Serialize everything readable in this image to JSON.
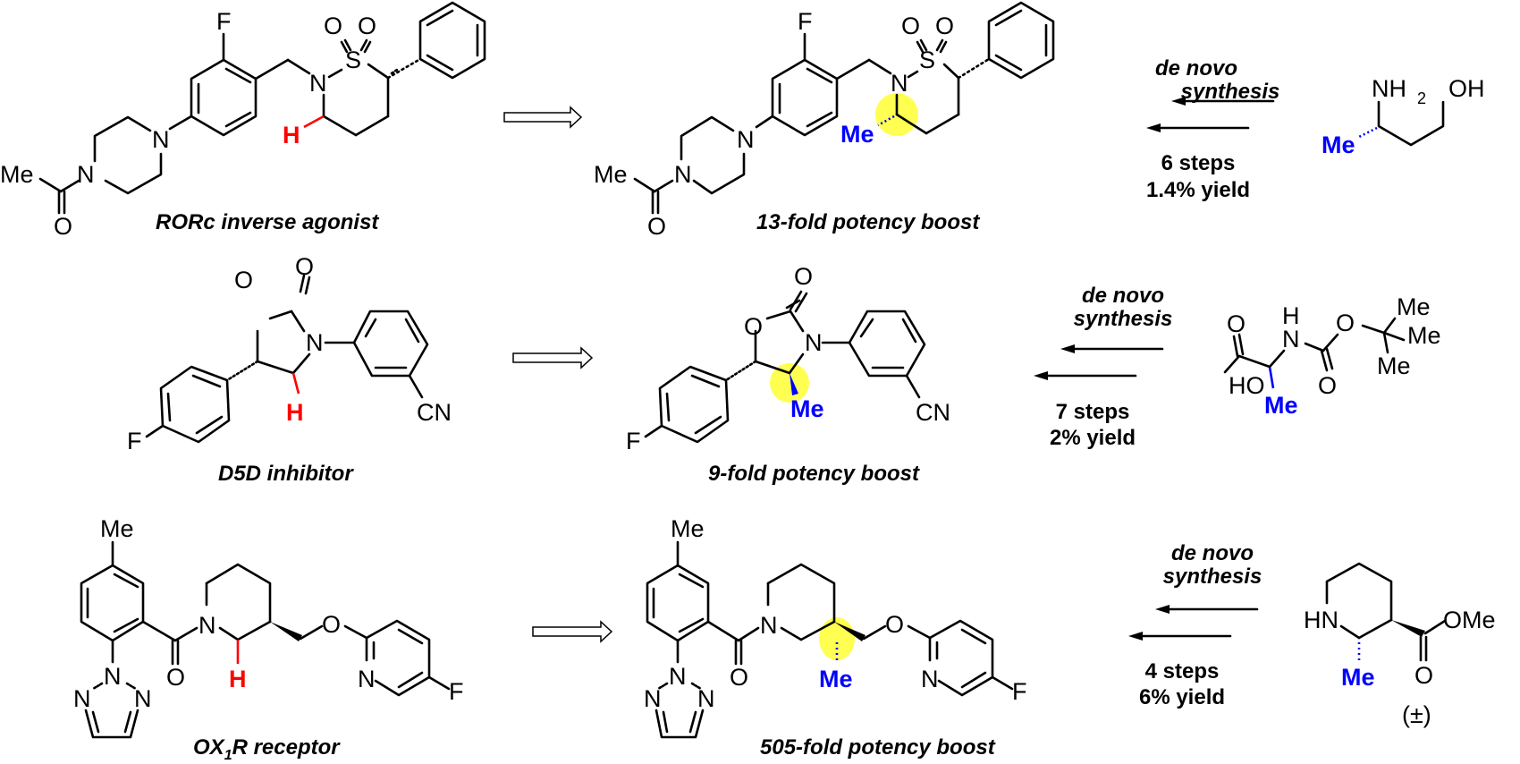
{
  "colors": {
    "bond": "#000000",
    "highlight_h": "#ff0000",
    "methyl": "#0000ff",
    "highlight_circle": "#ffff33"
  },
  "rows": [
    {
      "parent_caption": "RORc inverse agonist",
      "product_caption": "13-fold potency boost",
      "arrow_label_line1": "de novo",
      "arrow_label_line2": "synthesis",
      "steps": "6 steps",
      "yield": "1.4% yield",
      "atoms": {
        "F": "F",
        "O": "O",
        "S": "S",
        "N": "N",
        "Me": "Me",
        "H": "H",
        "NH2": "NH",
        "sub2": "2",
        "OH": "OH"
      }
    },
    {
      "parent_caption": "D5D inhibitor",
      "product_caption": "9-fold potency boost",
      "arrow_label_line1": "de novo",
      "arrow_label_line2": "synthesis",
      "steps": "7 steps",
      "yield": "2% yield",
      "atoms": {
        "F": "F",
        "O": "O",
        "N": "N",
        "CN": "CN",
        "Me": "Me",
        "H": "H",
        "HO": "HO",
        "NH": "H"
      }
    },
    {
      "parent_caption_main": "OX",
      "parent_caption_sub": "1",
      "parent_caption_rest": "R receptor",
      "product_caption": "505-fold potency boost",
      "arrow_label_line1": "de novo",
      "arrow_label_line2": "synthesis",
      "steps": "4 steps",
      "yield": "6% yield",
      "racemic": "(±)",
      "atoms": {
        "F": "F",
        "O": "O",
        "N": "N",
        "Me": "Me",
        "H": "H",
        "HN": "HN",
        "OMe": "OMe"
      }
    }
  ]
}
